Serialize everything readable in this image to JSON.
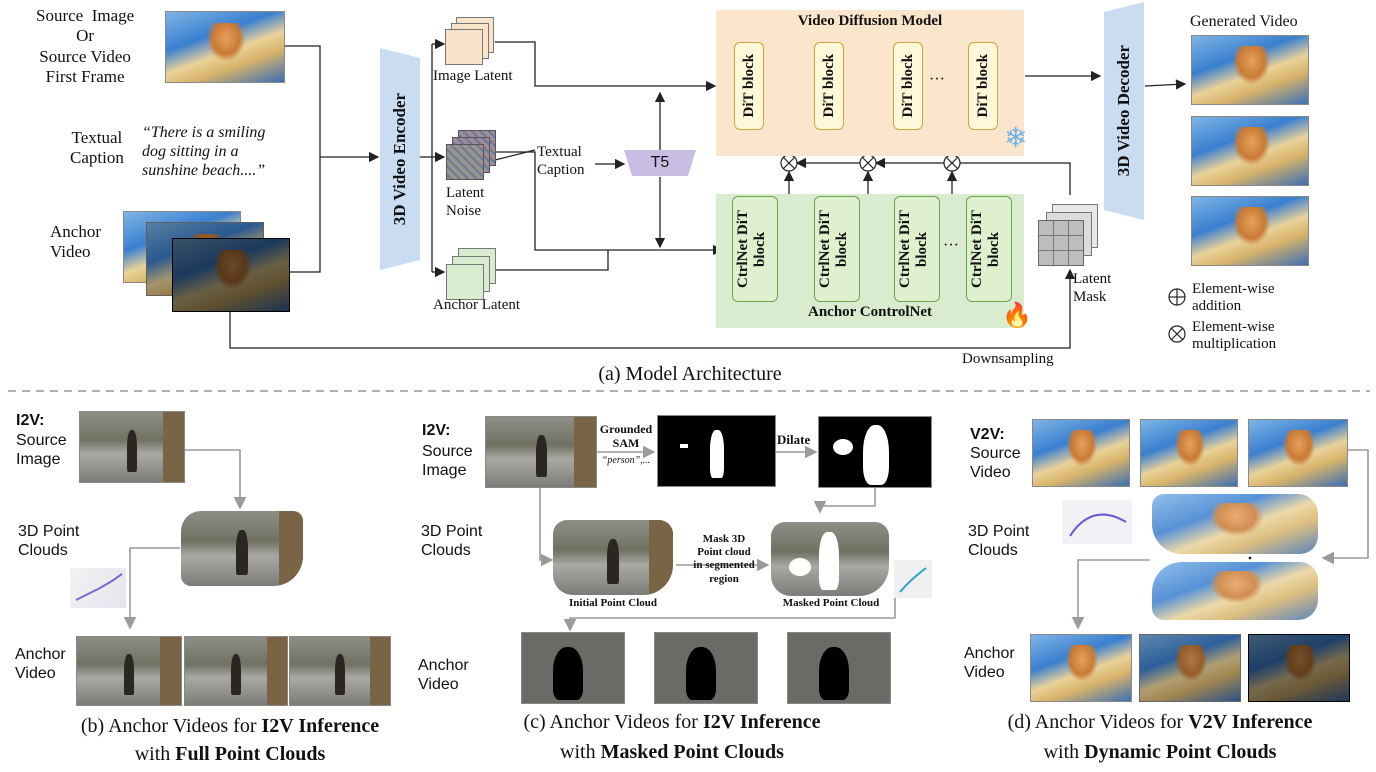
{
  "inputs": {
    "source_image": "Source  Image\nOr\nSource Video\nFirst Frame",
    "textual_caption_label": "Textual\nCaption",
    "caption_text": "“There is a smiling\ndog sitting in a\nsunshine beach....”",
    "anchor_video": "Anchor\nVideo"
  },
  "encoder": {
    "label": "3D Video Encoder"
  },
  "latents": {
    "image_latent": "Image Latent",
    "latent_noise": "Latent\nNoise",
    "anchor_latent": "Anchor Latent",
    "textual_caption": "Textual\nCaption",
    "t5": "T5"
  },
  "vdm": {
    "title": "Video Diffusion Model",
    "block": "DiT block",
    "ellipsis": "···",
    "snowflake_icon": "snowflake-icon"
  },
  "controlnet": {
    "title": "Anchor ControlNet",
    "block": "CtrlNet DiT block",
    "fire_icon": "fire-icon"
  },
  "mask": {
    "label": "Latent\nMask",
    "downsampling": "Downsampling"
  },
  "decoder": {
    "label": "3D Video Decoder"
  },
  "output": {
    "generated_video": "Generated Video"
  },
  "legend": {
    "addition": "Element-wise\naddition",
    "multiplication": "Element-wise\nmultiplication"
  },
  "caption_a": "(a) Model Architecture",
  "panel_b": {
    "i2v": "I2V:",
    "source_image": "Source\nImage",
    "point_clouds": "3D Point\nClouds",
    "anchor_video": "Anchor\nVideo",
    "caption_pre": "(b) Anchor Videos for ",
    "caption_bold": "I2V Inference",
    "caption_line2_pre": "with ",
    "caption_line2_bold": "Full Point Clouds"
  },
  "panel_c": {
    "i2v": "I2V:",
    "source_image": "Source\nImage",
    "point_clouds": "3D Point\nClouds",
    "anchor_video": "Anchor\nVideo",
    "grounded_sam": "Grounded\nSAM",
    "person_prompt": "“person”,...",
    "dilate": "Dilate",
    "mask_step": "Mask 3D\nPoint cloud\nin segmented\nregion",
    "initial_pc": "Initial Point Cloud",
    "masked_pc": "Masked Point Cloud",
    "caption_pre": "(c) Anchor Videos for ",
    "caption_bold": "I2V Inference",
    "caption_line2_pre": "with ",
    "caption_line2_bold": "Masked Point Clouds"
  },
  "panel_d": {
    "v2v": "V2V:",
    "source_video": "Source\nVideo",
    "point_clouds": "3D Point\nClouds",
    "anchor_video": "Anchor\nVideo",
    "caption_pre": "(d) Anchor Videos for ",
    "caption_bold": "V2V Inference",
    "caption_line2_pre": "with ",
    "caption_line2_bold": "Dynamic Point Clouds"
  }
}
